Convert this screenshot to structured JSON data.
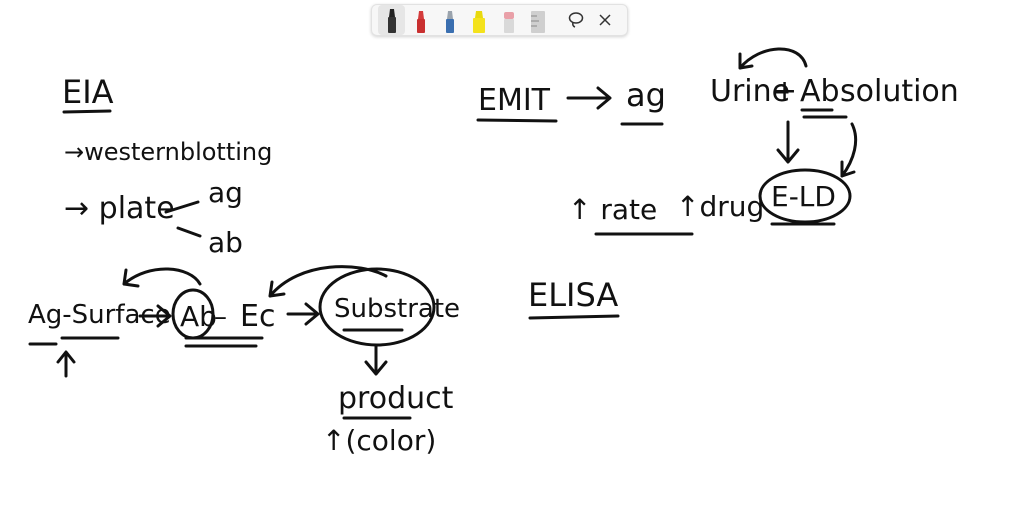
{
  "toolbar": {
    "tools": [
      {
        "name": "black-pen",
        "color": "#222222",
        "active": true
      },
      {
        "name": "red-pen",
        "color": "#d43b3b"
      },
      {
        "name": "blue-pen",
        "color": "#3a6fb0"
      },
      {
        "name": "yellow-highlighter",
        "color": "#f4e21c"
      },
      {
        "name": "eraser",
        "color": "#e9a0a8"
      },
      {
        "name": "ruler",
        "color": "#b8b8b8"
      },
      {
        "name": "lasso-select",
        "icon": "lasso-icon"
      },
      {
        "name": "close",
        "icon": "close-icon"
      }
    ]
  },
  "notes": {
    "eia": "EIA",
    "western": "→westernblotting",
    "plate": "→ plate",
    "ag1": "ag",
    "ab1": "ab",
    "ag_surface": "Ag-Surface",
    "ab": "Ab",
    "dash": "–",
    "ec": "Ec",
    "substrate": "Substrate",
    "product": "product",
    "color_up": "↑(color)",
    "emit": "EMIT",
    "ag2": "ag",
    "urine": "Urine",
    "plus": "+",
    "ab2": "Ab",
    "solution": "solution",
    "rate": "↑ rate",
    "drug": "↑drug",
    "eld": "E-LD",
    "elisa": "ELISA"
  }
}
